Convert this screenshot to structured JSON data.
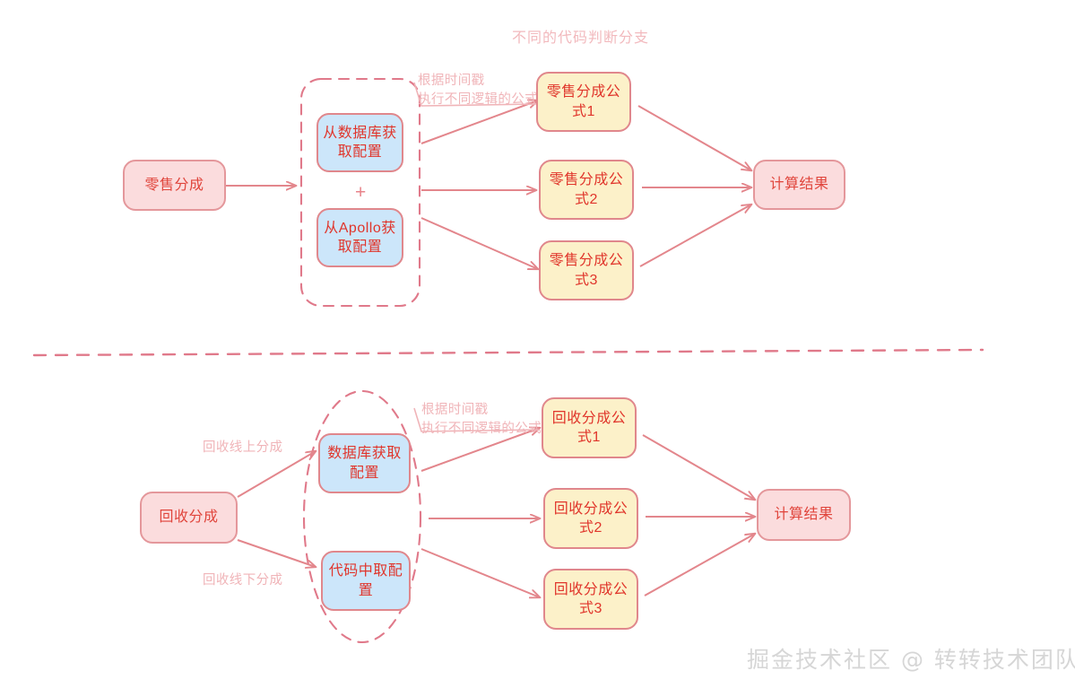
{
  "diagram": {
    "title_top": "不同的代码判断分支",
    "watermark": "掘金技术社区 @ 转转技术团队",
    "colors": {
      "stroke": "#e08a8f",
      "pink_fill": "#fbdcdd",
      "blue_fill": "#cce6fa",
      "yellow_fill": "#fcf1c9",
      "text_red": "#e0352b",
      "annotation_pink": "#f0b4b8",
      "watermark_gray": "#d6d6d6"
    },
    "sections": [
      {
        "id": "retail",
        "source": {
          "label": "零售分成"
        },
        "group_shape": "dashed-rounded-rectangle",
        "config_nodes": [
          {
            "label": "从数据库获\n取配置"
          },
          {
            "label": "从Apollo获\n取配置"
          }
        ],
        "combiner": "+",
        "annotation": "根据时间戳\n执行不同逻辑的公式",
        "formulas": [
          {
            "label": "零售分成公\n式1"
          },
          {
            "label": "零售分成公\n式2"
          },
          {
            "label": "零售分成公\n式3"
          }
        ],
        "result": {
          "label": "计算结果"
        },
        "edge_labels": []
      },
      {
        "id": "recycle",
        "source": {
          "label": "回收分成"
        },
        "group_shape": "dashed-ellipse",
        "config_nodes": [
          {
            "label": "数据库获取\n配置"
          },
          {
            "label": "代码中取配\n置"
          }
        ],
        "combiner": "",
        "annotation": "根据时间戳\n执行不同逻辑的公式",
        "formulas": [
          {
            "label": "回收分成公\n式1"
          },
          {
            "label": "回收分成公\n式2"
          },
          {
            "label": "回收分成公\n式3"
          }
        ],
        "result": {
          "label": "计算结果"
        },
        "edge_labels": [
          {
            "label": "回收线上分成"
          },
          {
            "label": "回收线下分成"
          }
        ]
      }
    ]
  }
}
